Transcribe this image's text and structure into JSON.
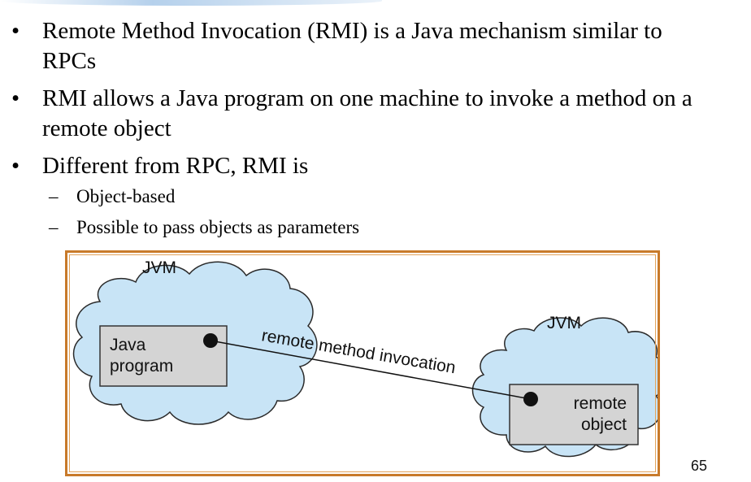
{
  "slide": {
    "bullets": [
      {
        "text": "Remote Method Invocation (RMI) is a Java mechanism similar to RPCs"
      },
      {
        "text": "RMI allows a Java program on one machine to invoke a method on a remote object"
      },
      {
        "text": "Different from RPC, RMI is"
      }
    ],
    "sub_bullets": [
      {
        "text": "Object-based"
      },
      {
        "text": "Possible to pass objects as parameters"
      }
    ],
    "bullet_symbol": "•",
    "sub_bullet_symbol": "–",
    "page_number": "65"
  },
  "diagram": {
    "left_jvm_label": "JVM",
    "right_jvm_label": "JVM",
    "java_program_line1": "Java",
    "java_program_line2": "program",
    "remote_object_line1": "remote",
    "remote_object_line2": "object",
    "link_label": "remote method invocation",
    "colors": {
      "cloud_fill": "#c8e4f6",
      "box_fill": "#d4d4d4",
      "frame_border": "#c87a2a"
    }
  }
}
